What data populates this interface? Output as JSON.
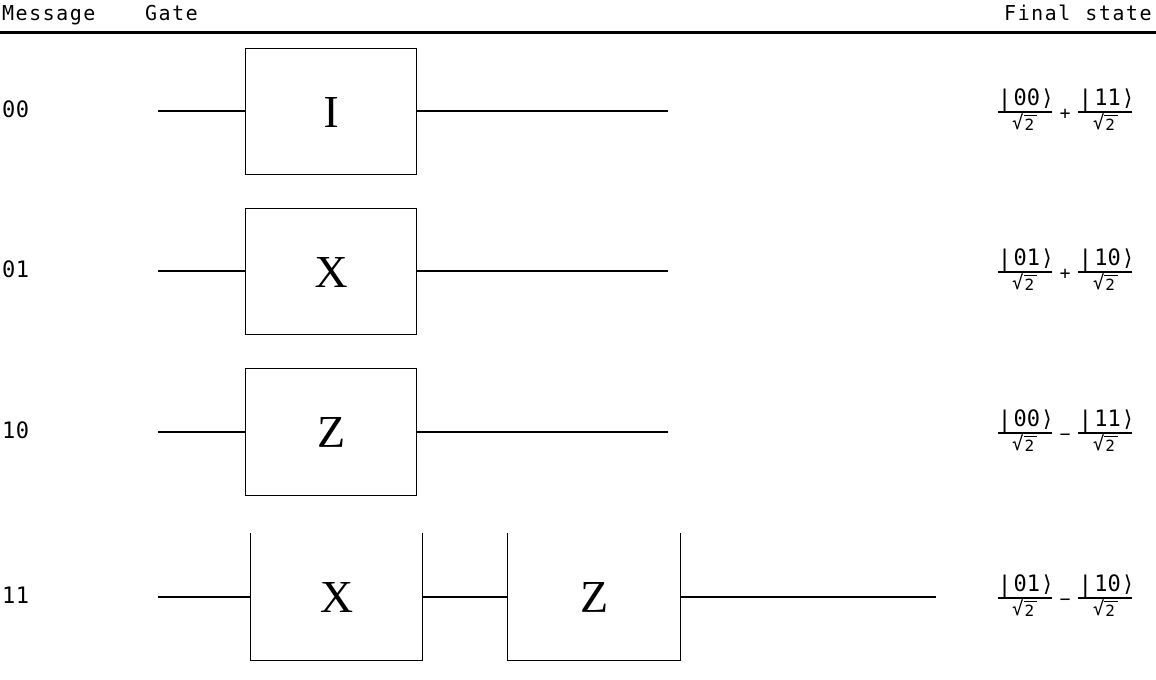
{
  "colors": {
    "ink": "#000000",
    "background": "#ffffff"
  },
  "header": {
    "message": "Message",
    "gate": "Gate",
    "final_state": "Final state"
  },
  "symbols": {
    "ket_bar": "|",
    "rangle": "⟩",
    "radical": "√",
    "radicand": "2"
  },
  "rows": [
    {
      "message": "00",
      "gates": [
        "I"
      ],
      "state": {
        "ket1": "00",
        "op": "+",
        "ket2": "11"
      }
    },
    {
      "message": "01",
      "gates": [
        "X"
      ],
      "state": {
        "ket1": "01",
        "op": "+",
        "ket2": "10"
      }
    },
    {
      "message": "10",
      "gates": [
        "Z"
      ],
      "state": {
        "ket1": "00",
        "op": "−",
        "ket2": "11"
      }
    },
    {
      "message": "11",
      "gates": [
        "X",
        "Z"
      ],
      "state": {
        "ket1": "01",
        "op": "−",
        "ket2": "10"
      }
    }
  ]
}
